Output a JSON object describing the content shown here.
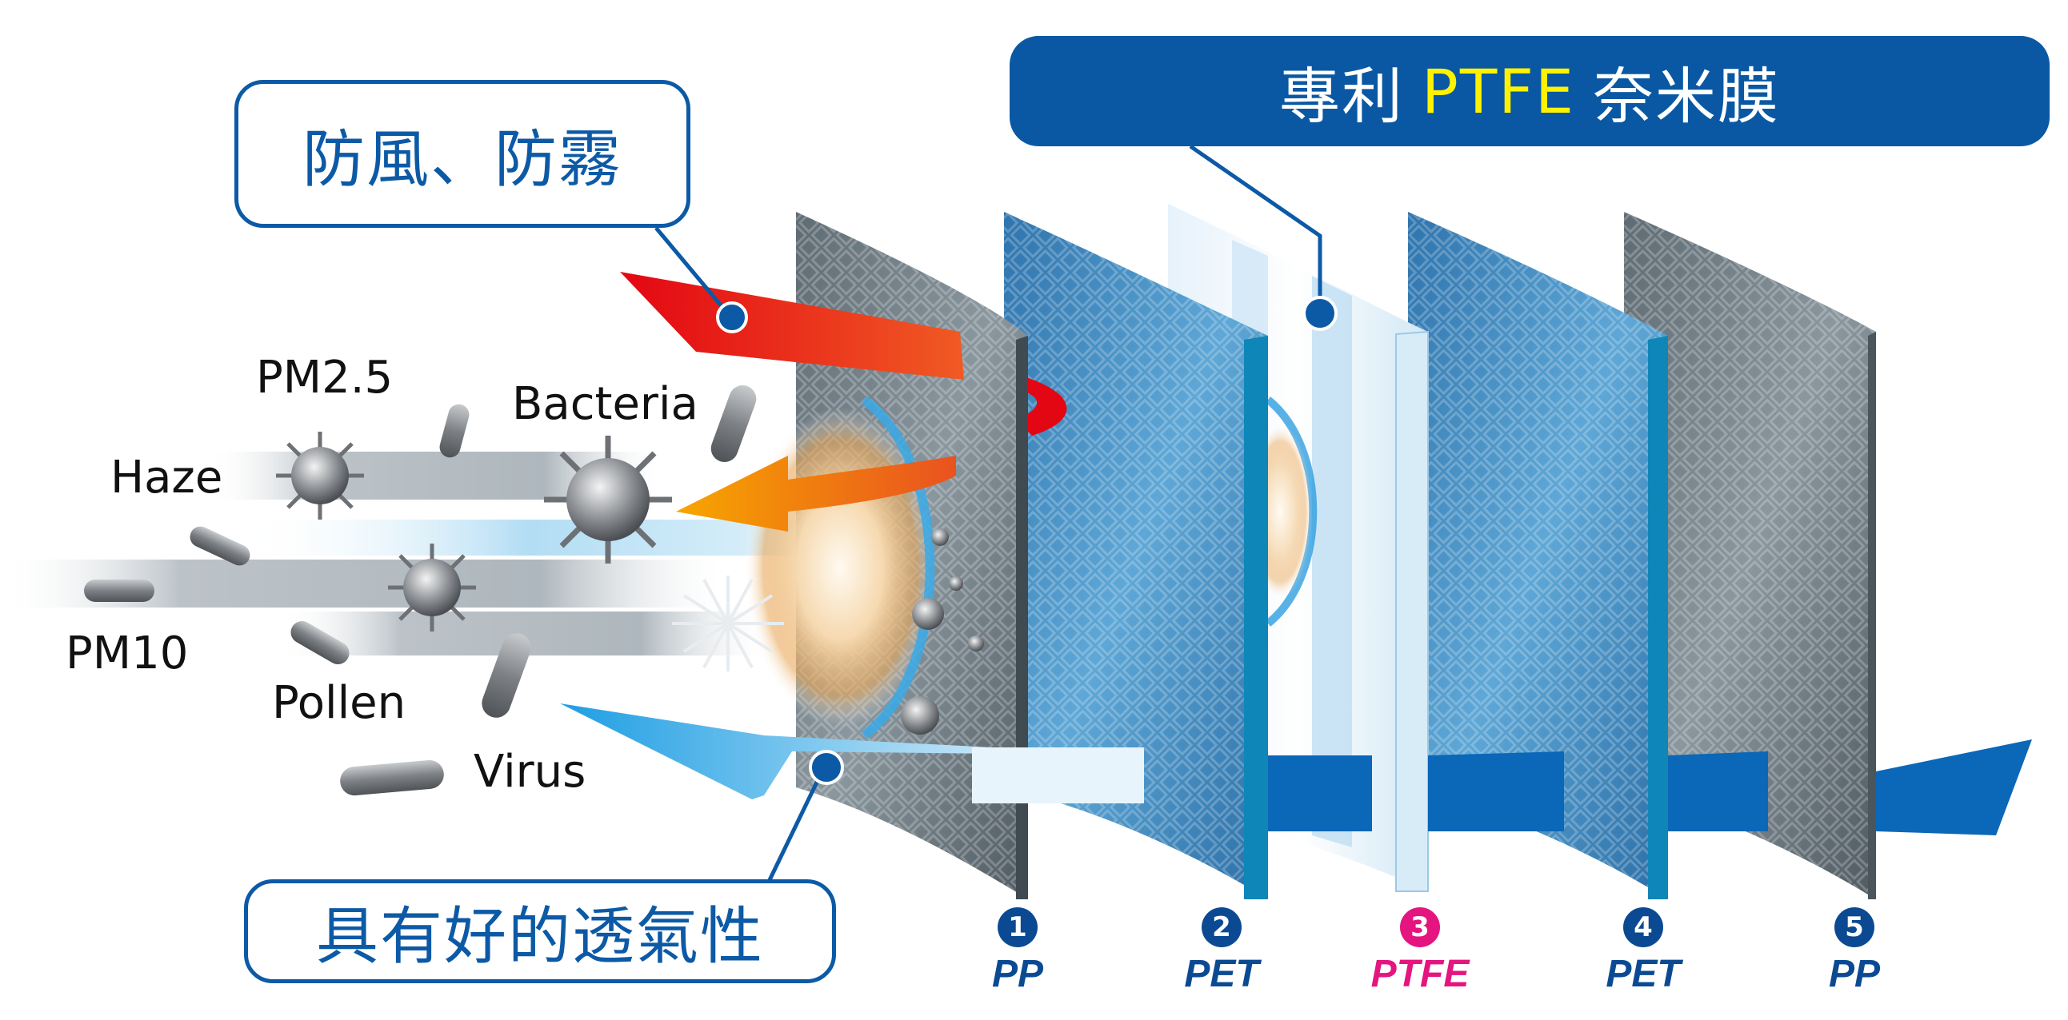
{
  "banner": {
    "prefix": "專利",
    "highlight": "PTFE",
    "suffix": "奈米膜"
  },
  "callouts": {
    "wind_fog": "防風、防霧",
    "breathable": "具有好的透氣性"
  },
  "particles": {
    "pm25": "PM2.5",
    "bacteria": "Bacteria",
    "haze": "Haze",
    "pm10": "PM10",
    "pollen": "Pollen",
    "virus": "Virus"
  },
  "layers": [
    {
      "number": "1",
      "name": "PP"
    },
    {
      "number": "2",
      "name": "PET"
    },
    {
      "number": "3",
      "name": "PTFE"
    },
    {
      "number": "4",
      "name": "PET"
    },
    {
      "number": "5",
      "name": "PP"
    }
  ],
  "colors": {
    "brand_blue": "#0a58a3",
    "highlight_yellow": "#fff200",
    "ptfe_pink": "#e4157f",
    "wind_arrow_red": "#e3151d",
    "blocked_arrow_orange": "#f08a00",
    "air_arrow_blue": "#2aa7e6"
  },
  "icons": [
    "virus-particle-icon",
    "bacteria-rod-icon",
    "pollen-burst-icon",
    "droplet-icon"
  ]
}
